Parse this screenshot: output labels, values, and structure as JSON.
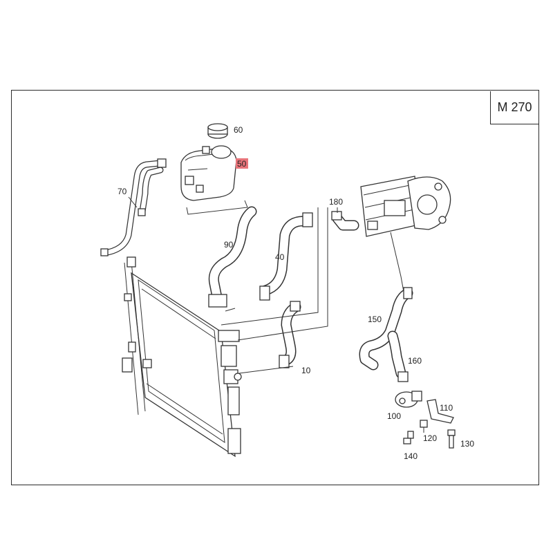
{
  "model_label": "M 270",
  "parts": [
    {
      "id": "60",
      "label": "60"
    },
    {
      "id": "50",
      "label": "50",
      "highlighted": true
    },
    {
      "id": "70",
      "label": "70"
    },
    {
      "id": "90",
      "label": "90"
    },
    {
      "id": "40",
      "label": "40"
    },
    {
      "id": "180",
      "label": "180"
    },
    {
      "id": "150",
      "label": "150"
    },
    {
      "id": "160",
      "label": "160"
    },
    {
      "id": "10",
      "label": "10"
    },
    {
      "id": "110",
      "label": "110"
    },
    {
      "id": "100",
      "label": "100"
    },
    {
      "id": "120",
      "label": "120"
    },
    {
      "id": "130",
      "label": "130"
    },
    {
      "id": "140",
      "label": "140"
    }
  ],
  "colors": {
    "highlight": "#e8747a",
    "line": "#333333"
  }
}
